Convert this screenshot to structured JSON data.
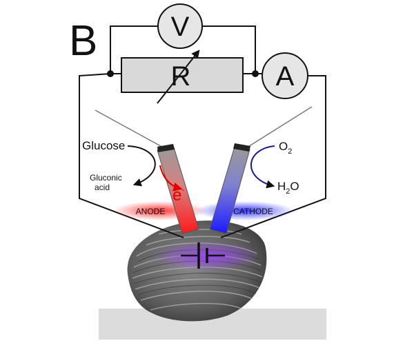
{
  "panel_label": "B",
  "meters": {
    "voltmeter": "V",
    "ammeter": "A",
    "resistor": "R"
  },
  "anode_side": {
    "reactant": "Glucose",
    "product_line1": "Gluconic",
    "product_line2": "acid",
    "electron": "e",
    "electron_charge": "-",
    "label": "ANODE"
  },
  "cathode_side": {
    "reactant_base": "O",
    "reactant_sub": "2",
    "product_base": "H",
    "product_sub": "2",
    "product_tail": "O",
    "label": "CATHODE"
  },
  "colors": {
    "anode": "#ff2a2a",
    "cathode": "#2a2aff",
    "wire": "#111111",
    "resistor_fill": "#d9d9d9",
    "clam_glow": "#9a3cff",
    "base": "#dcdcdc"
  },
  "icons": [
    "battery-icon",
    "variable-resistor-arrow-icon",
    "clam-shell-icon"
  ]
}
